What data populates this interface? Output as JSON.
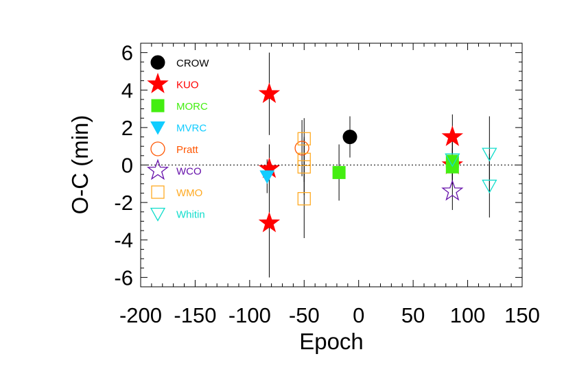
{
  "chart_data": {
    "type": "scatter",
    "title": "",
    "xlabel": "Epoch",
    "ylabel": "O-C (min)",
    "xlim": [
      -200,
      150
    ],
    "ylim": [
      -6.5,
      6.5
    ],
    "x_ticks": [
      -200,
      -150,
      -100,
      -50,
      0,
      50,
      100,
      150
    ],
    "y_ticks": [
      -6,
      -4,
      -2,
      0,
      2,
      4,
      6
    ],
    "x_tick_labels": [
      "-200",
      "-150",
      "-100",
      "-50",
      "0",
      "50",
      "100",
      "150"
    ],
    "y_tick_labels": [
      "-6",
      "-4",
      "-2",
      "0",
      "2",
      "4",
      "6"
    ],
    "reference_line": {
      "y": 0,
      "style": "dotted"
    },
    "legend_position": "top-left",
    "series": [
      {
        "name": "CROW",
        "marker": "circle-filled",
        "color": "#000000",
        "points": [
          {
            "x": -8,
            "y": 1.5,
            "err": 1.1
          }
        ]
      },
      {
        "name": "KUO",
        "marker": "star-filled",
        "color": "#ff0000",
        "points": [
          {
            "x": -82,
            "y": 3.8,
            "err": 2.2
          },
          {
            "x": -82,
            "y": -0.2,
            "err": 1.3
          },
          {
            "x": -82,
            "y": -3.1,
            "err": 2.9
          },
          {
            "x": 86,
            "y": 1.5,
            "err": 1.2
          },
          {
            "x": 86,
            "y": 0.0,
            "err": 0.9
          }
        ]
      },
      {
        "name": "MORC",
        "marker": "square-filled",
        "color": "#44ee11",
        "points": [
          {
            "x": -18,
            "y": -0.4,
            "err": 1.5
          },
          {
            "x": 86,
            "y": 0.2,
            "err": 1.0
          },
          {
            "x": 86,
            "y": -0.1,
            "err": 0.9
          }
        ]
      },
      {
        "name": "MVRC",
        "marker": "triangle-down-filled",
        "color": "#11ccff",
        "points": [
          {
            "x": -84,
            "y": -0.6,
            "err": 0.9
          }
        ]
      },
      {
        "name": "Pratt",
        "marker": "circle-open",
        "color": "#ff5500",
        "points": [
          {
            "x": -52,
            "y": 0.9,
            "err": 1.5
          }
        ]
      },
      {
        "name": "WCO",
        "marker": "star-open",
        "color": "#6611aa",
        "points": [
          {
            "x": 86,
            "y": -1.4,
            "err": 1.0
          }
        ]
      },
      {
        "name": "WMO",
        "marker": "square-open",
        "color": "#ffaa22",
        "points": [
          {
            "x": -50,
            "y": 1.4,
            "err": 1.1
          },
          {
            "x": -50,
            "y": 0.3,
            "err": 1.2
          },
          {
            "x": -50,
            "y": -0.1,
            "err": 1.5
          },
          {
            "x": -50,
            "y": -1.8,
            "err": 2.1
          }
        ]
      },
      {
        "name": "Whitin",
        "marker": "triangle-down-open",
        "color": "#11ddcc",
        "points": [
          {
            "x": 86,
            "y": 0.3,
            "err": 0.9
          },
          {
            "x": 120,
            "y": 0.6,
            "err": 2.0
          },
          {
            "x": 120,
            "y": -1.1,
            "err": 1.7
          }
        ]
      }
    ]
  }
}
